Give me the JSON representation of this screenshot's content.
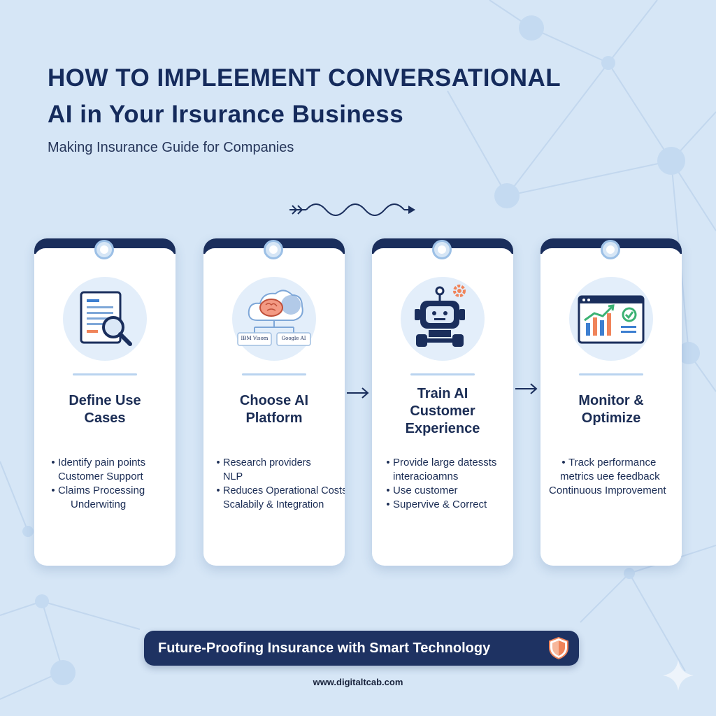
{
  "header": {
    "title_line1": "HOW TO IMPLEEMENT CONVERSATIONAL",
    "title_line2": "AI in Your Irsurance Business",
    "subtitle": "Making Insurance Guide for Companies"
  },
  "cards": [
    {
      "title_lines": [
        "Define Use",
        "Cases"
      ],
      "icon": "document-search-icon",
      "bullets": [
        {
          "dot": true,
          "text": "Identify pain points"
        },
        {
          "dot": false,
          "text": "Customer Support"
        },
        {
          "dot": true,
          "text": "Claims Processing"
        },
        {
          "dot": false,
          "text": "Underwiting"
        }
      ]
    },
    {
      "title_lines": [
        "Choose AI",
        "Platform"
      ],
      "icon": "cloud-brain-icon",
      "icon_labels": [
        "IBM Visom",
        "Google AI"
      ],
      "bullets": [
        {
          "dot": true,
          "text": "Research providers"
        },
        {
          "dot": false,
          "text": "NLP"
        },
        {
          "dot": true,
          "text": "Reduces Operational Costs"
        },
        {
          "dot": false,
          "text": "Scalabily & Integration"
        }
      ]
    },
    {
      "title_lines": [
        "Train AI",
        "Customer",
        "Experience"
      ],
      "icon": "robot-gear-icon",
      "bullets": [
        {
          "dot": true,
          "text": "Provide large datessts"
        },
        {
          "dot": false,
          "text": "interacioamns"
        },
        {
          "dot": true,
          "text": "Use customer"
        },
        {
          "dot": true,
          "text": "Supervive & Correct"
        }
      ]
    },
    {
      "title_lines": [
        "Monitor &",
        "Optimize"
      ],
      "icon": "dashboard-chart-icon",
      "bullets": [
        {
          "dot": true,
          "text": "Track performance"
        },
        {
          "dot": false,
          "text": "metrics uee feedback"
        },
        {
          "dot": false,
          "text": "Continuous Improvement"
        }
      ]
    }
  ],
  "banner": {
    "text": "Future-Proofing Insurance with Smart Technology",
    "icon": "shield-icon"
  },
  "footer": {
    "website": "www.digitaltcab.com"
  },
  "colors": {
    "background": "#d6e6f6",
    "navy": "#1a2e5c",
    "accent_orange": "#f0845a",
    "accent_blue": "#3d7fd0",
    "accent_green": "#3bb273"
  }
}
